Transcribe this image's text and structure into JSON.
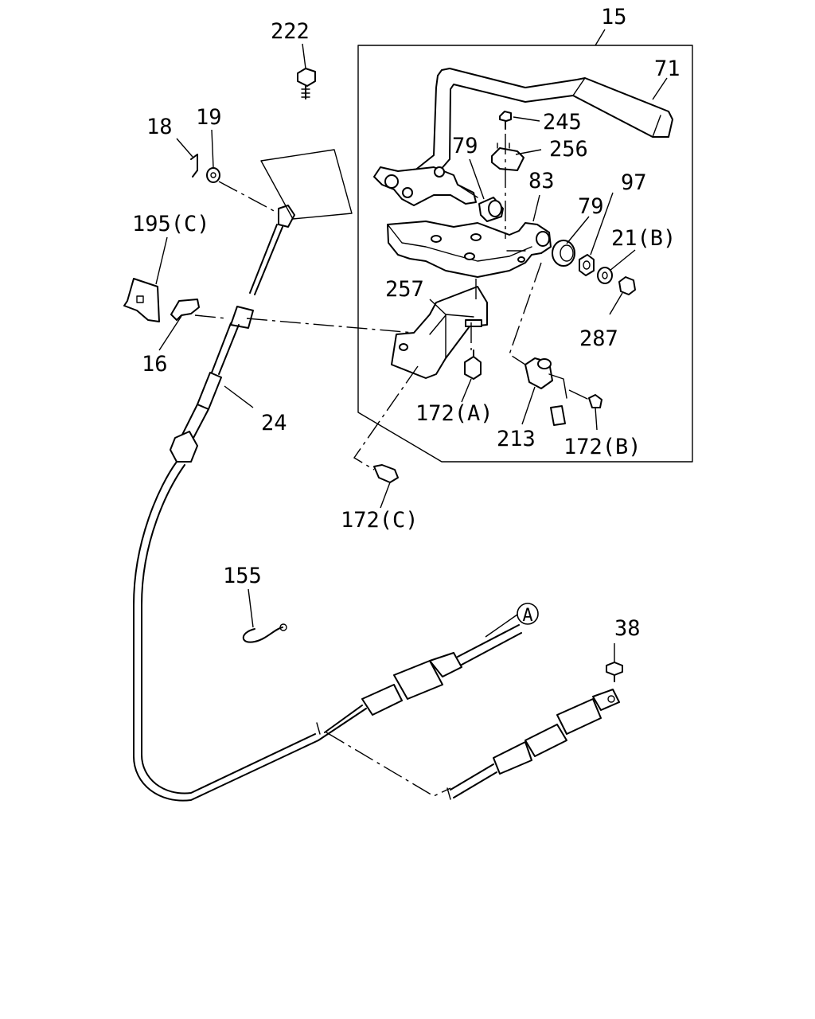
{
  "labels": {
    "p15": "15",
    "p71": "71",
    "p222": "222",
    "p245": "245",
    "p256": "256",
    "p18": "18",
    "p19": "19",
    "p79a": "79",
    "p83": "83",
    "p97": "97",
    "p79b": "79",
    "p21b": "21(B)",
    "p195c": "195(C)",
    "p257": "257",
    "p287": "287",
    "p16": "16",
    "p24": "24",
    "p172a": "172(A)",
    "p213": "213",
    "p172b": "172(B)",
    "p172c": "172(C)",
    "p155": "155",
    "p38": "38",
    "refA": "A"
  }
}
